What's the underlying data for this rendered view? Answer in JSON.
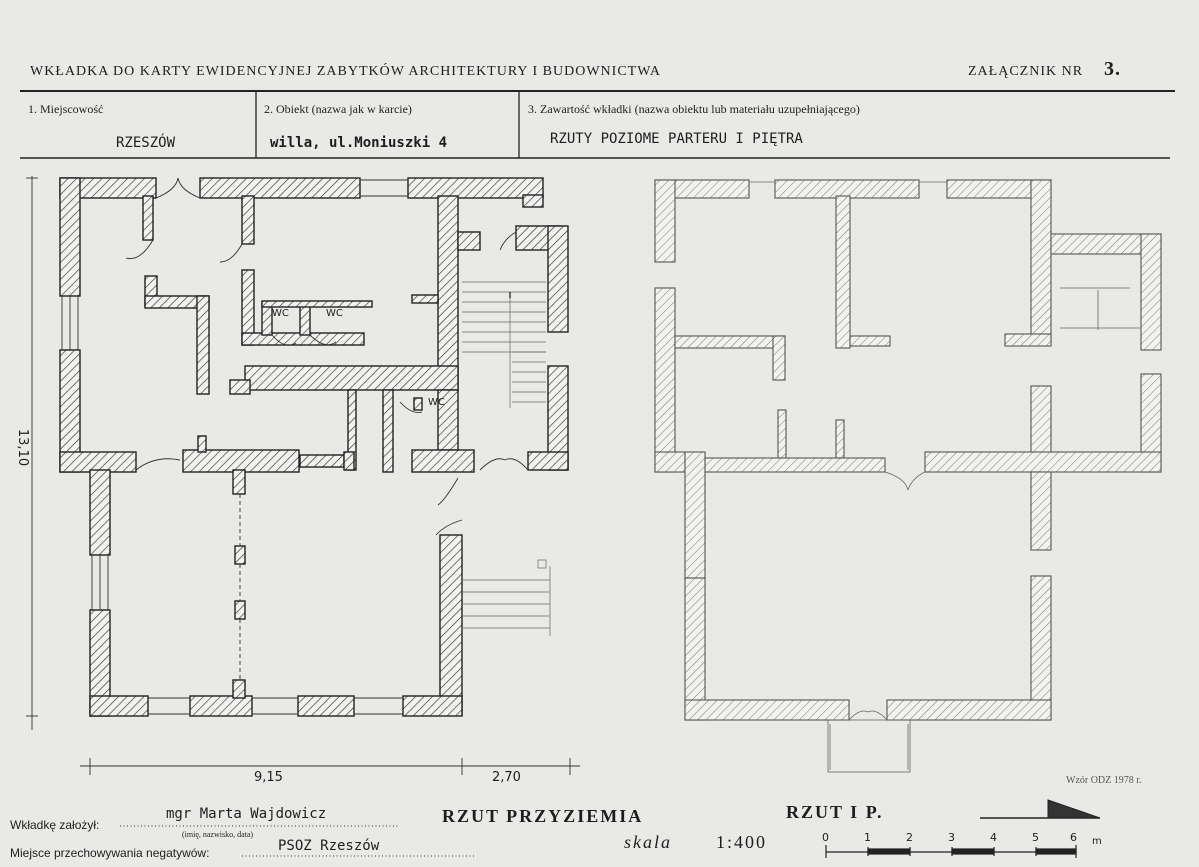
{
  "header": {
    "form_title": "WKŁADKA DO KARTY EWIDENCYJNEJ ZABYTKÓW ARCHITEKTURY I BUDOWNICTWA",
    "attachment_label": "ZAŁĄCZNIK NR",
    "attachment_number": "3."
  },
  "fields": {
    "locality_label": "1. Miejscowość",
    "locality_value": "RZESZÓW",
    "object_label": "2. Obiekt (nazwa jak w karcie)",
    "object_value": "willa, ul.Moniuszki 4",
    "contents_label": "3. Zawartość wkładki (nazwa obiektu lub materiału uzupełniającego)",
    "contents_value": "RZUTY POZIOME PARTERU I PIĘTRA"
  },
  "drawing": {
    "dim_height": "13,10",
    "dim_width_main": "9,15",
    "dim_width_side": "2,70",
    "wc_labels": [
      "WC",
      "WC",
      "WC"
    ],
    "model_note": "Wzór ODZ 1978 r."
  },
  "footer": {
    "founded_by_label": "Wkładkę założył:",
    "founded_by_value": "mgr Marta Wajdowicz",
    "founded_by_hint": "(imię, nazwisko, data)",
    "negatives_label": "Miejsce przechowywania negatywów:",
    "negatives_value": "PSOZ Rzeszów",
    "ground_plan_title": "RZUT PRZYZIEMIA",
    "floor_plan_title": "RZUT I P.",
    "scale_label": "skala",
    "scale_value": "1:400",
    "scale_ticks": [
      "0",
      "1",
      "2",
      "3",
      "4",
      "5",
      "6"
    ],
    "scale_unit": "m"
  }
}
